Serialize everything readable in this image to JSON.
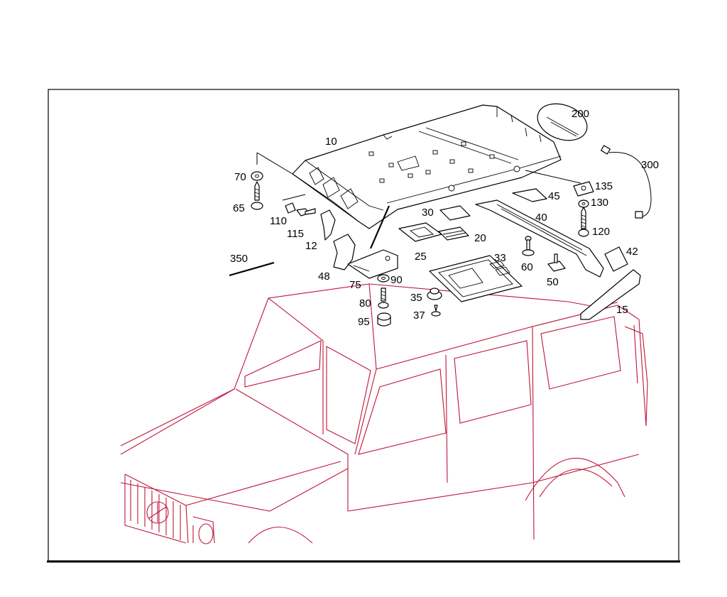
{
  "callouts": {
    "c10": "10",
    "c12": "12",
    "c15": "15",
    "c20": "20",
    "c25": "25",
    "c30": "30",
    "c33": "33",
    "c35": "35",
    "c37": "37",
    "c40": "40",
    "c42": "42",
    "c45": "45",
    "c48": "48",
    "c50": "50",
    "c60": "60",
    "c65": "65",
    "c70": "70",
    "c75": "75",
    "c80": "80",
    "c90": "90",
    "c95": "95",
    "c110": "110",
    "c115": "115",
    "c120": "120",
    "c130": "130",
    "c135": "135",
    "c200": "200",
    "c300": "300",
    "c350": "350"
  },
  "colors": {
    "vehicle_outline": "#c0143c",
    "parts": "#000000",
    "background": "#ffffff"
  }
}
